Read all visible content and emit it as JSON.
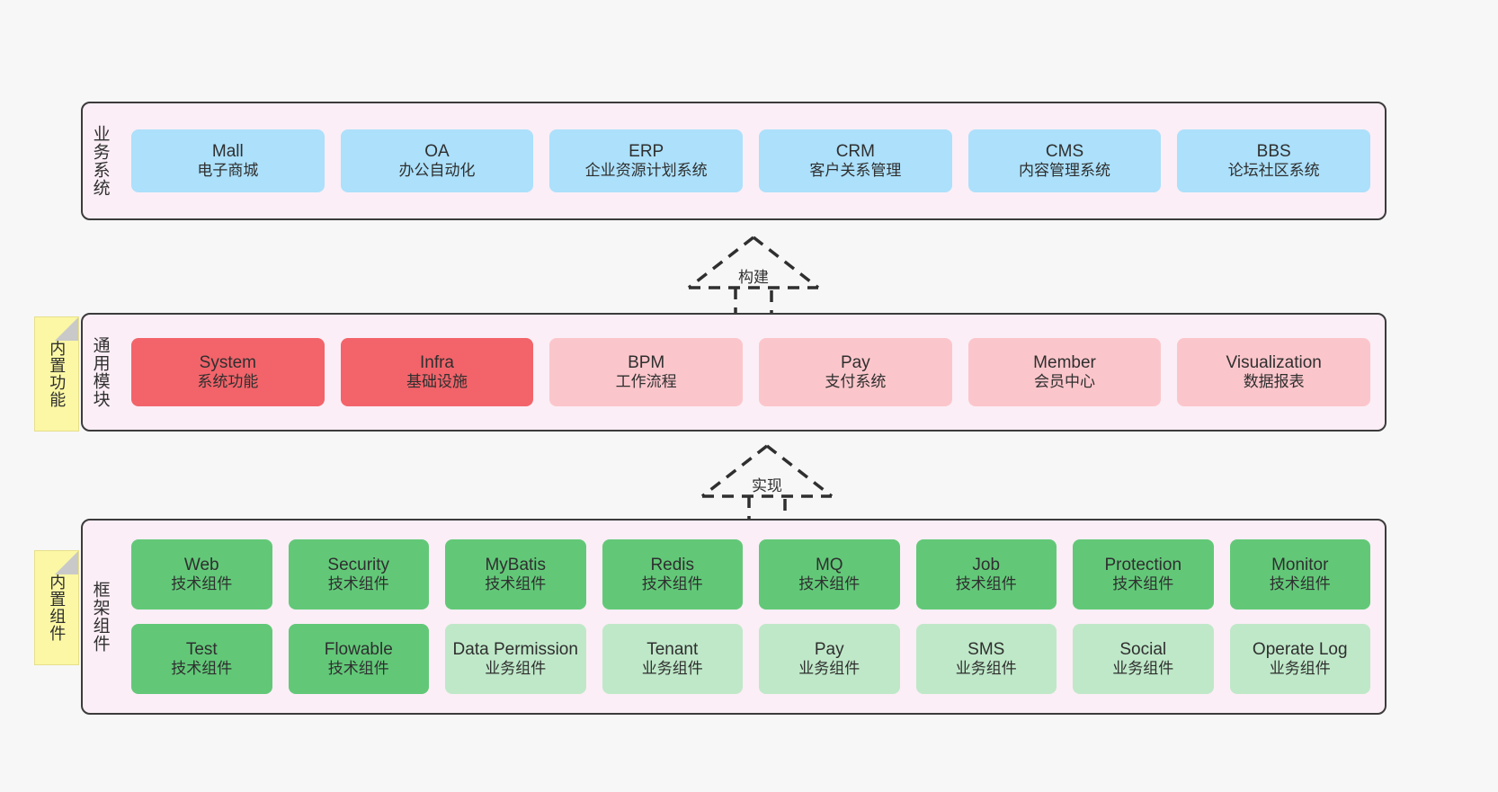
{
  "diagram": {
    "background_color": "#f7f7f7",
    "layer_fill": "#fbeef6",
    "layer_border": "#3b3b3b",
    "note_fill": "#fbf7a4"
  },
  "layers": [
    {
      "id": "business",
      "title": "业务系统",
      "note": null,
      "rows": [
        {
          "cards": [
            {
              "title": "Mall",
              "sub": "电子商城",
              "color": "#ace0fb",
              "style": "c-blue"
            },
            {
              "title": "OA",
              "sub": "办公自动化",
              "color": "#ace0fb",
              "style": "c-blue"
            },
            {
              "title": "ERP",
              "sub": "企业资源计划系统",
              "color": "#ace0fb",
              "style": "c-blue"
            },
            {
              "title": "CRM",
              "sub": "客户关系管理",
              "color": "#ace0fb",
              "style": "c-blue"
            },
            {
              "title": "CMS",
              "sub": "内容管理系统",
              "color": "#ace0fb",
              "style": "c-blue"
            },
            {
              "title": "BBS",
              "sub": "论坛社区系统",
              "color": "#ace0fb",
              "style": "c-blue"
            }
          ]
        }
      ]
    },
    {
      "id": "common",
      "title": "通用模块",
      "note": "内置功能",
      "rows": [
        {
          "cards": [
            {
              "title": "System",
              "sub": "系统功能",
              "color": "#f2646a",
              "style": "c-red"
            },
            {
              "title": "Infra",
              "sub": "基础设施",
              "color": "#f2646a",
              "style": "c-red"
            },
            {
              "title": "BPM",
              "sub": "工作流程",
              "color": "#fbc6cb",
              "style": "c-pink"
            },
            {
              "title": "Pay",
              "sub": "支付系统",
              "color": "#fbc6cb",
              "style": "c-pink"
            },
            {
              "title": "Member",
              "sub": "会员中心",
              "color": "#fbc6cb",
              "style": "c-pink"
            },
            {
              "title": "Visualization",
              "sub": "数据报表",
              "color": "#fbc6cb",
              "style": "c-pink"
            }
          ]
        }
      ]
    },
    {
      "id": "framework",
      "title": "框架组件",
      "note": "内置组件",
      "rows": [
        {
          "cards": [
            {
              "title": "Web",
              "sub": "技术组件",
              "color": "#62c878",
              "style": "c-green"
            },
            {
              "title": "Security",
              "sub": "技术组件",
              "color": "#62c878",
              "style": "c-green"
            },
            {
              "title": "MyBatis",
              "sub": "技术组件",
              "color": "#62c878",
              "style": "c-green"
            },
            {
              "title": "Redis",
              "sub": "技术组件",
              "color": "#62c878",
              "style": "c-green"
            },
            {
              "title": "MQ",
              "sub": "技术组件",
              "color": "#62c878",
              "style": "c-green"
            },
            {
              "title": "Job",
              "sub": "技术组件",
              "color": "#62c878",
              "style": "c-green"
            },
            {
              "title": "Protection",
              "sub": "技术组件",
              "color": "#62c878",
              "style": "c-green"
            },
            {
              "title": "Monitor",
              "sub": "技术组件",
              "color": "#62c878",
              "style": "c-green"
            }
          ]
        },
        {
          "cards": [
            {
              "title": "Test",
              "sub": "技术组件",
              "color": "#62c878",
              "style": "c-green"
            },
            {
              "title": "Flowable",
              "sub": "技术组件",
              "color": "#62c878",
              "style": "c-green"
            },
            {
              "title": "Data Permission",
              "sub": "业务组件",
              "color": "#bfe8c8",
              "style": "c-lightgreen"
            },
            {
              "title": "Tenant",
              "sub": "业务组件",
              "color": "#bfe8c8",
              "style": "c-lightgreen"
            },
            {
              "title": "Pay",
              "sub": "业务组件",
              "color": "#bfe8c8",
              "style": "c-lightgreen"
            },
            {
              "title": "SMS",
              "sub": "业务组件",
              "color": "#bfe8c8",
              "style": "c-lightgreen"
            },
            {
              "title": "Social",
              "sub": "业务组件",
              "color": "#bfe8c8",
              "style": "c-lightgreen"
            },
            {
              "title": "Operate Log",
              "sub": "业务组件",
              "color": "#bfe8c8",
              "style": "c-lightgreen"
            }
          ]
        }
      ]
    }
  ],
  "connectors": [
    {
      "id": "build",
      "label": "构建",
      "from": "common",
      "to": "business",
      "style": "dashed-generalization"
    },
    {
      "id": "implement",
      "label": "实现",
      "from": "framework",
      "to": "common",
      "style": "dashed-generalization"
    }
  ]
}
